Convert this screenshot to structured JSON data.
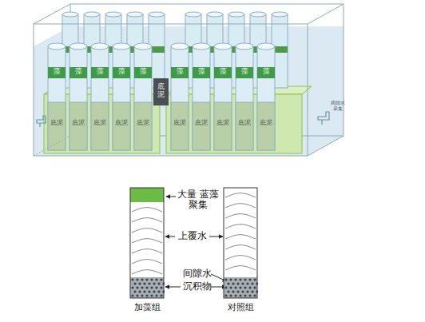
{
  "diagram": {
    "nodes": [
      {
        "text": [
          "加藻组"
        ]
      },
      {
        "text": [
          "对照组"
        ]
      }
    ],
    "labels": [
      "藻",
      "藻",
      "藻",
      "藻",
      "藻",
      "藻",
      "藻",
      "藻",
      "藻",
      "藻",
      "底泥",
      "底泥",
      "底泥",
      "底泥",
      "底泥",
      "底泥",
      "底泥",
      "底泥",
      "底泥",
      "底泥",
      "底泥",
      "间隙水采集",
      "大量 蓝藻聚集",
      "上覆水",
      "间隙水",
      "沉积物"
    ]
  }
}
